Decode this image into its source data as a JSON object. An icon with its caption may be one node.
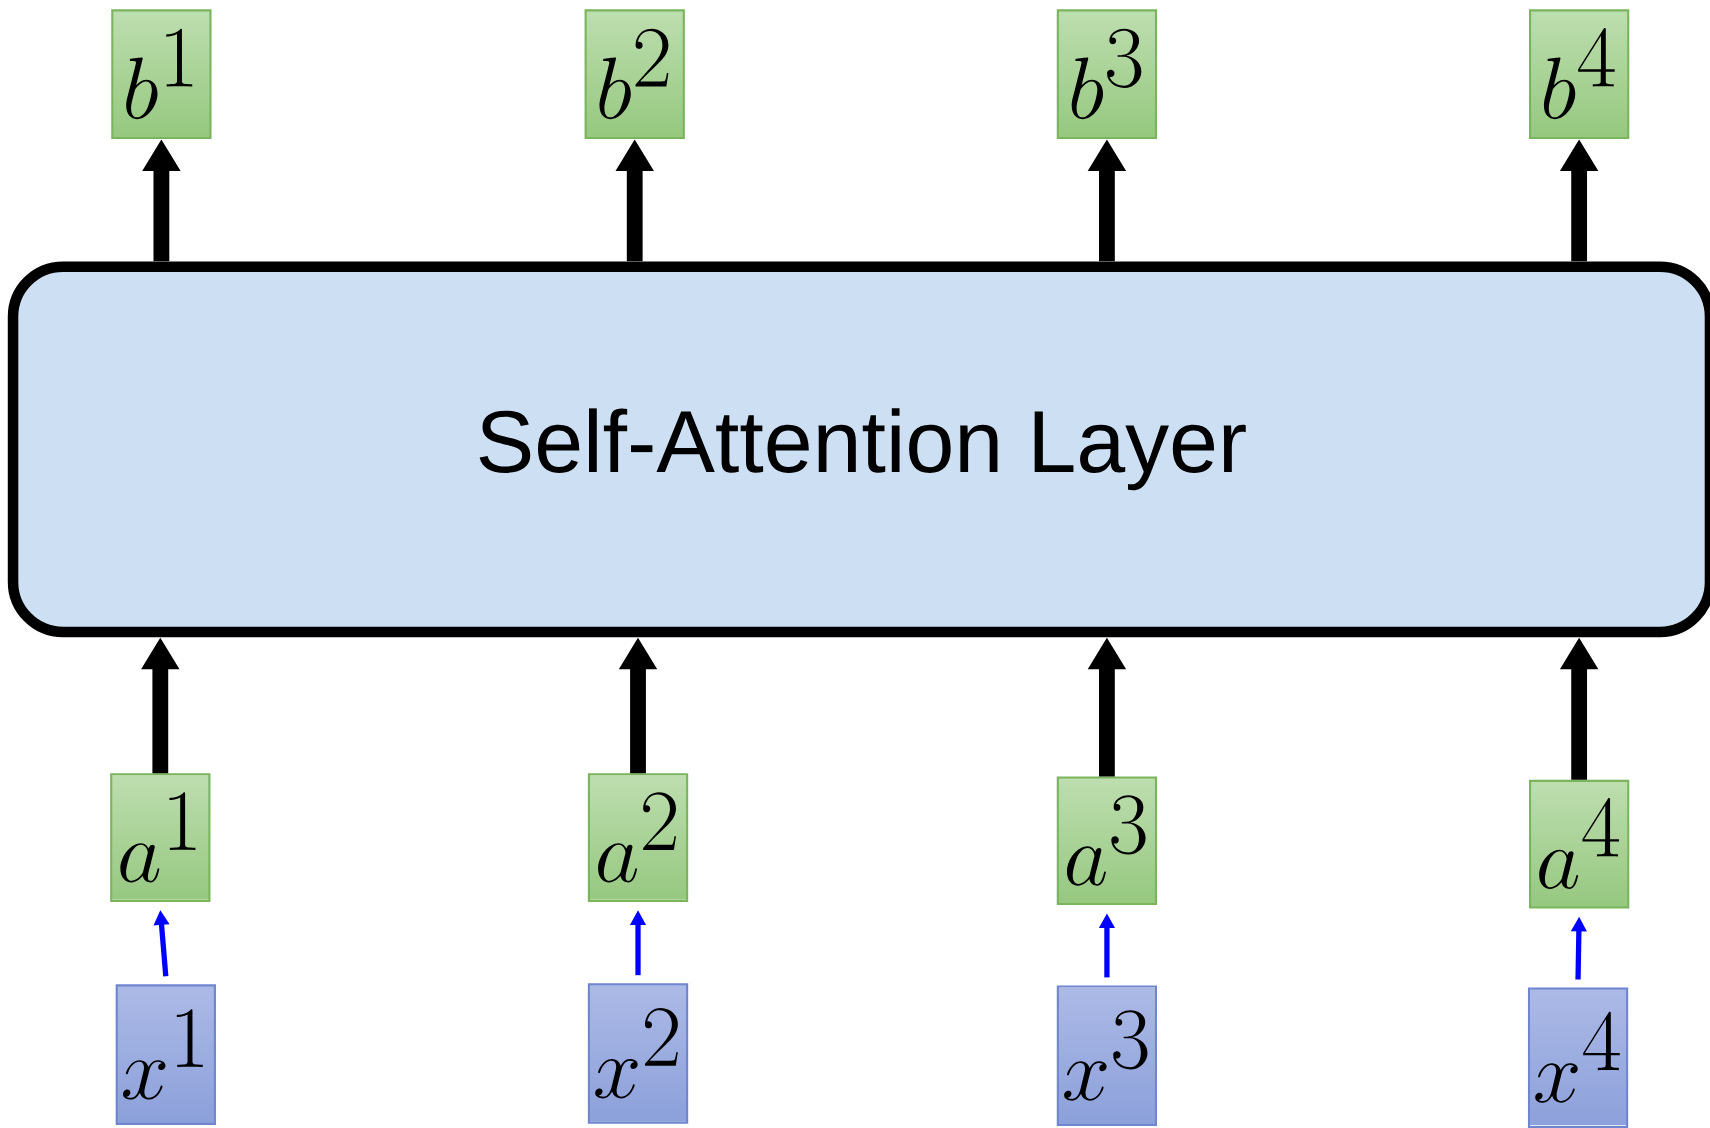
{
  "diagram": {
    "nodes": [
      {
        "text": [
          "b^{1}"
        ]
      },
      {
        "text": [
          "b^{2}"
        ]
      },
      {
        "text": [
          "b^{3}"
        ]
      },
      {
        "text": [
          "b^{4}"
        ]
      },
      {
        "text": [
          "Self-Attention Layer"
        ]
      },
      {
        "text": [
          "a^{1}"
        ]
      },
      {
        "text": [
          "a^{2}"
        ]
      },
      {
        "text": [
          "a^{3}"
        ]
      },
      {
        "text": [
          "a^{4}"
        ]
      },
      {
        "text": [
          "x^{1}"
        ]
      },
      {
        "text": [
          "x^{2}"
        ]
      },
      {
        "text": [
          "x^{3}"
        ]
      },
      {
        "text": [
          "x^{4}"
        ]
      }
    ],
    "edges": [
      {
        "from": 4,
        "to": 0,
        "arrow": "to"
      },
      {
        "from": 4,
        "to": 1,
        "arrow": "to"
      },
      {
        "from": 4,
        "to": 2,
        "arrow": "to"
      },
      {
        "from": 4,
        "to": 3,
        "arrow": "to"
      },
      {
        "from": 5,
        "to": 4,
        "arrow": "to"
      },
      {
        "from": 6,
        "to": 4,
        "arrow": "to"
      },
      {
        "from": 7,
        "to": 4,
        "arrow": "to"
      },
      {
        "from": 8,
        "to": 4,
        "arrow": "to"
      },
      {
        "from": 9,
        "to": 5,
        "arrow": "to",
        "color": "#0000ff"
      },
      {
        "from": 10,
        "to": 6,
        "arrow": "to",
        "color": "#0000ff"
      },
      {
        "from": 11,
        "to": 7,
        "arrow": "to",
        "color": "#0000ff"
      },
      {
        "from": 12,
        "to": 8,
        "arrow": "to",
        "color": "#0000ff"
      }
    ]
  }
}
